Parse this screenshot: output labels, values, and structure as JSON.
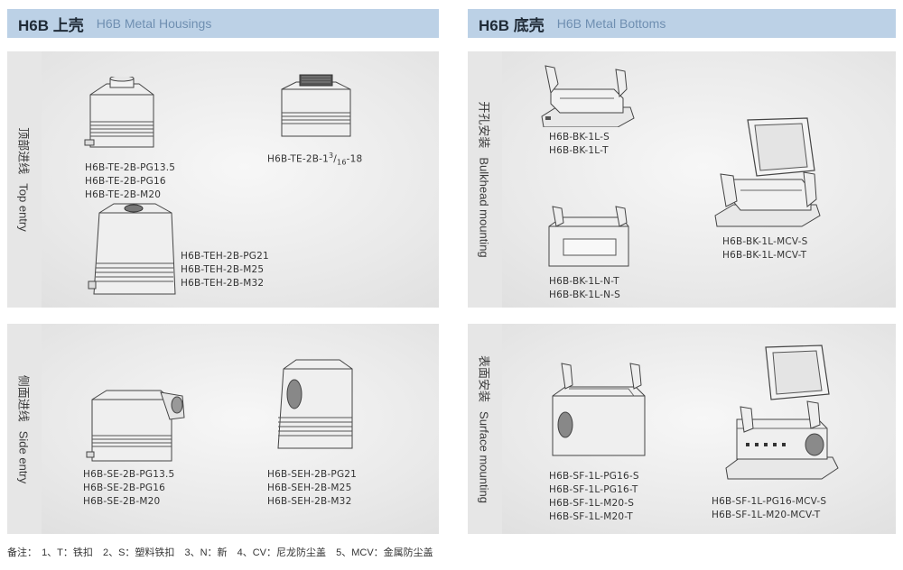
{
  "left_header": {
    "title": "H6B 上壳",
    "subtitle": "H6B Metal Housings"
  },
  "right_header": {
    "title": "H6B 底壳",
    "subtitle": "H6B Metal Bottoms"
  },
  "top_entry": {
    "label_cn": "顶部进线",
    "label_en": "Top entry",
    "group1": [
      "H6B-TE-2B-PG13.5",
      "H6B-TE-2B-PG16",
      "H6B-TE-2B-M20"
    ],
    "group2": {
      "prefix": "H6B-TE-2B-1",
      "sup": "3",
      "sub": "16",
      "suffix": "-18"
    },
    "group3": [
      "H6B-TEH-2B-PG21",
      "H6B-TEH-2B-M25",
      "H6B-TEH-2B-M32"
    ]
  },
  "side_entry": {
    "label_cn": "侧面进线",
    "label_en": "Side entry",
    "group1": [
      "H6B-SE-2B-PG13.5",
      "H6B-SE-2B-PG16",
      "H6B-SE-2B-M20"
    ],
    "group2": [
      "H6B-SEH-2B-PG21",
      "H6B-SEH-2B-M25",
      "H6B-SEH-2B-M32"
    ]
  },
  "bulkhead": {
    "label_cn": "开孔安装",
    "label_en": "Bulkhead mounting",
    "group1": [
      "H6B-BK-1L-S",
      "H6B-BK-1L-T"
    ],
    "group2": [
      "H6B-BK-1L-N-T",
      "H6B-BK-1L-N-S"
    ],
    "group3": [
      "H6B-BK-1L-MCV-S",
      "H6B-BK-1L-MCV-T"
    ]
  },
  "surface": {
    "label_cn": "表面安装",
    "label_en": "Surface mounting",
    "group1": [
      "H6B-SF-1L-PG16-S",
      "H6B-SF-1L-PG16-T",
      "H6B-SF-1L-M20-S",
      "H6B-SF-1L-M20-T"
    ],
    "group2": [
      "H6B-SF-1L-PG16-MCV-S",
      "H6B-SF-1L-M20-MCV-T"
    ]
  },
  "footnote": {
    "lead": "备注：",
    "items": [
      "1、T：铁扣",
      "2、S：塑料铁扣",
      "3、N：新",
      "4、CV：尼龙防尘盖",
      "5、MCV：金属防尘盖"
    ]
  }
}
